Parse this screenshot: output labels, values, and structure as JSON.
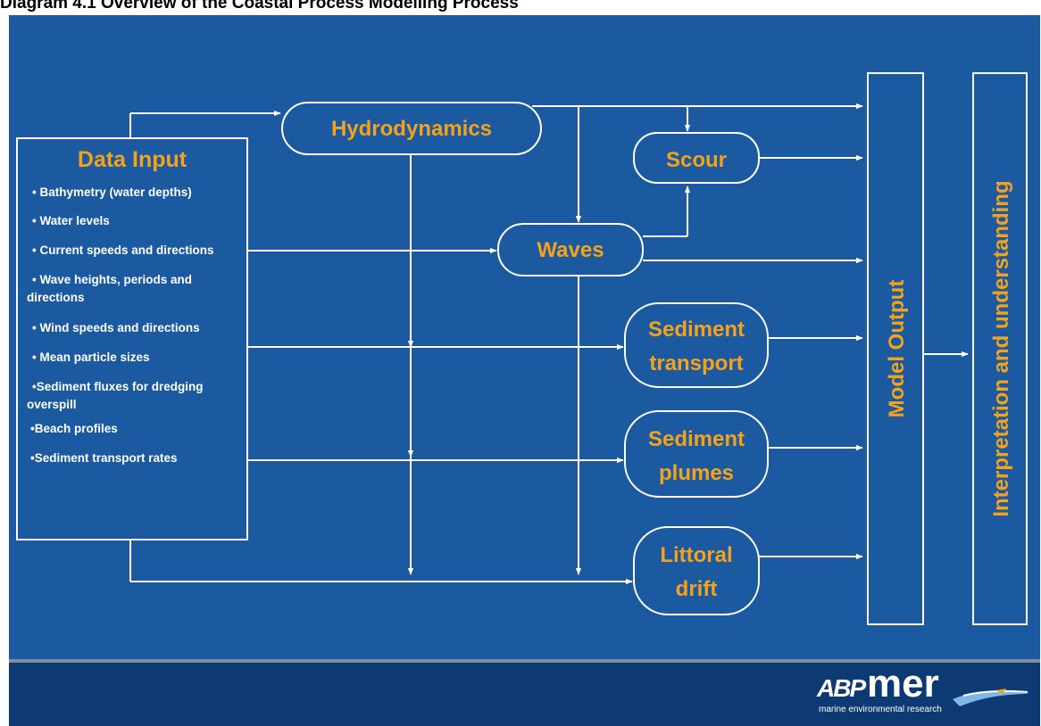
{
  "title": "Diagram 4.1 Overview of the Coastal Process Modelling Process",
  "colors": {
    "background": "#1b5aa0",
    "footer": "#0e3a73",
    "node_text": "#f5a21b",
    "lines": "#ffffff"
  },
  "data_input": {
    "heading": "Data Input",
    "items": [
      [
        "• Bathymetry (water depths)"
      ],
      [
        "• Water levels"
      ],
      [
        "• Current speeds and directions"
      ],
      [
        "• Wave heights, periods and",
        "directions"
      ],
      [
        "• Wind speeds and directions"
      ],
      [
        "• Mean particle sizes"
      ],
      [
        "•Sediment fluxes for dredging",
        "overspill"
      ],
      [
        "•Beach profiles"
      ],
      [
        "•Sediment transport rates"
      ]
    ]
  },
  "nodes": {
    "hydrodynamics": "Hydrodynamics",
    "scour": "Scour",
    "waves": "Waves",
    "sediment_transport": [
      "Sediment",
      "transport"
    ],
    "sediment_plumes": [
      "Sediment",
      "plumes"
    ],
    "littoral_drift": [
      "Littoral",
      "drift"
    ],
    "model_output": "Model Output",
    "interpretation": "Interpretation and understanding"
  },
  "logo": {
    "abp": "ABP",
    "mer": "mer",
    "tagline": "marine environmental research"
  }
}
